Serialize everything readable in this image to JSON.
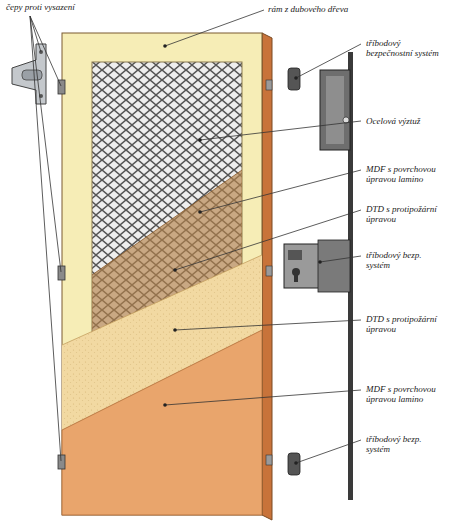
{
  "diagram": {
    "labels": [
      "čepy proti vysazení",
      "rám z dubového dřeva",
      "tříbodový bezpečnostní systém",
      "Ocelová výztuž",
      "MDF s povrchovou úpravou lamino",
      "DTD s protipožární úpravou",
      "tříbodový bezp. systém",
      "DTD s protipožární úpravou",
      "MDF s povrchovou úpravou lamino",
      "tříbodový bezp. systém"
    ]
  }
}
